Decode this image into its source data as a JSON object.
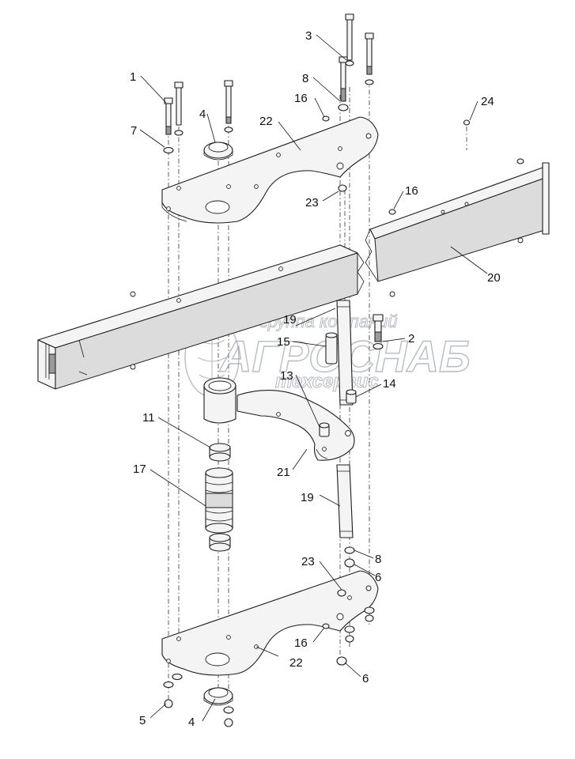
{
  "diagram": {
    "callouts": [
      {
        "id": "c1",
        "text": "1"
      },
      {
        "id": "c7",
        "text": "7"
      },
      {
        "id": "c4a",
        "text": "4"
      },
      {
        "id": "c22a",
        "text": "22"
      },
      {
        "id": "c3",
        "text": "3"
      },
      {
        "id": "c8a",
        "text": "8"
      },
      {
        "id": "c16a",
        "text": "16"
      },
      {
        "id": "c24",
        "text": "24"
      },
      {
        "id": "c23a",
        "text": "23"
      },
      {
        "id": "c16b",
        "text": "16"
      },
      {
        "id": "c20",
        "text": "20"
      },
      {
        "id": "c19a",
        "text": "19"
      },
      {
        "id": "c15",
        "text": "15"
      },
      {
        "id": "c2",
        "text": "2"
      },
      {
        "id": "c13",
        "text": "13"
      },
      {
        "id": "c14",
        "text": "14"
      },
      {
        "id": "c11",
        "text": "11"
      },
      {
        "id": "c21",
        "text": "21"
      },
      {
        "id": "c17",
        "text": "17"
      },
      {
        "id": "c19b",
        "text": "19"
      },
      {
        "id": "c23b",
        "text": "23"
      },
      {
        "id": "c8b",
        "text": "8"
      },
      {
        "id": "c6a",
        "text": "6"
      },
      {
        "id": "c16c",
        "text": "16"
      },
      {
        "id": "c22b",
        "text": "22"
      },
      {
        "id": "c6b",
        "text": "6"
      },
      {
        "id": "c5",
        "text": "5"
      },
      {
        "id": "c4b",
        "text": "4"
      }
    ]
  },
  "watermark": {
    "line1": "группа компаний",
    "line2": "АГРОСНАБ",
    "line3": "техсервис"
  },
  "colors": {
    "line": "#1c1c1c",
    "part_fill": "#f4f4f4",
    "watermark": "#9aa0a8"
  }
}
